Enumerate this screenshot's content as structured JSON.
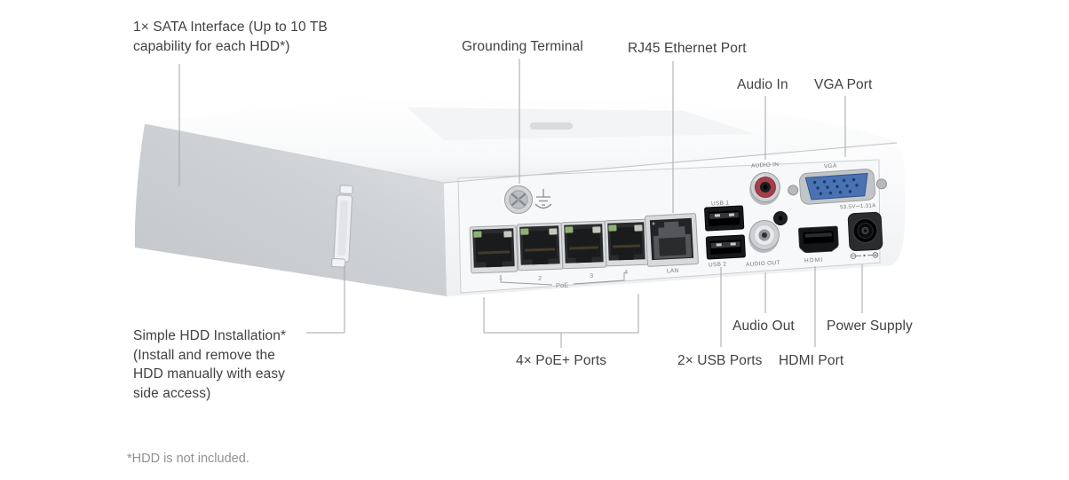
{
  "callouts": {
    "sata": "1× SATA Interface (Up to 10 TB\ncapability for each HDD*)",
    "grounding": "Grounding Terminal",
    "rj45": "RJ45 Ethernet Port",
    "audio_in": "Audio In",
    "vga": "VGA Port",
    "audio_out": "Audio Out",
    "power_supply": "Power Supply",
    "poe": "4× PoE+ Ports",
    "usb": "2× USB Ports",
    "hdmi": "HDMI Port",
    "hdd": "Simple HDD Installation*\n(Install and remove the\nHDD manually with easy\nside access)"
  },
  "panel_labels": {
    "usb1": "USB 1",
    "usb2": "USB 2",
    "audio_in": "AUDIO IN",
    "audio_out": "AUDIO OUT",
    "vga": "VGA",
    "hdmi": "HDMI",
    "lan": "LAN",
    "poe": "PoE",
    "power_rating": "53.5V⎓1.31A",
    "port_numbers": [
      "1",
      "2",
      "3",
      "4"
    ]
  },
  "footnote": "*HDD is not included.",
  "colors": {
    "label_text": "#3f4143",
    "leader_line": "#a3a6a9",
    "footnote": "#8e9093",
    "vga_blue": "#4a72b2",
    "audio_in_red": "#a63d4b",
    "device_side": "#c7cace"
  }
}
